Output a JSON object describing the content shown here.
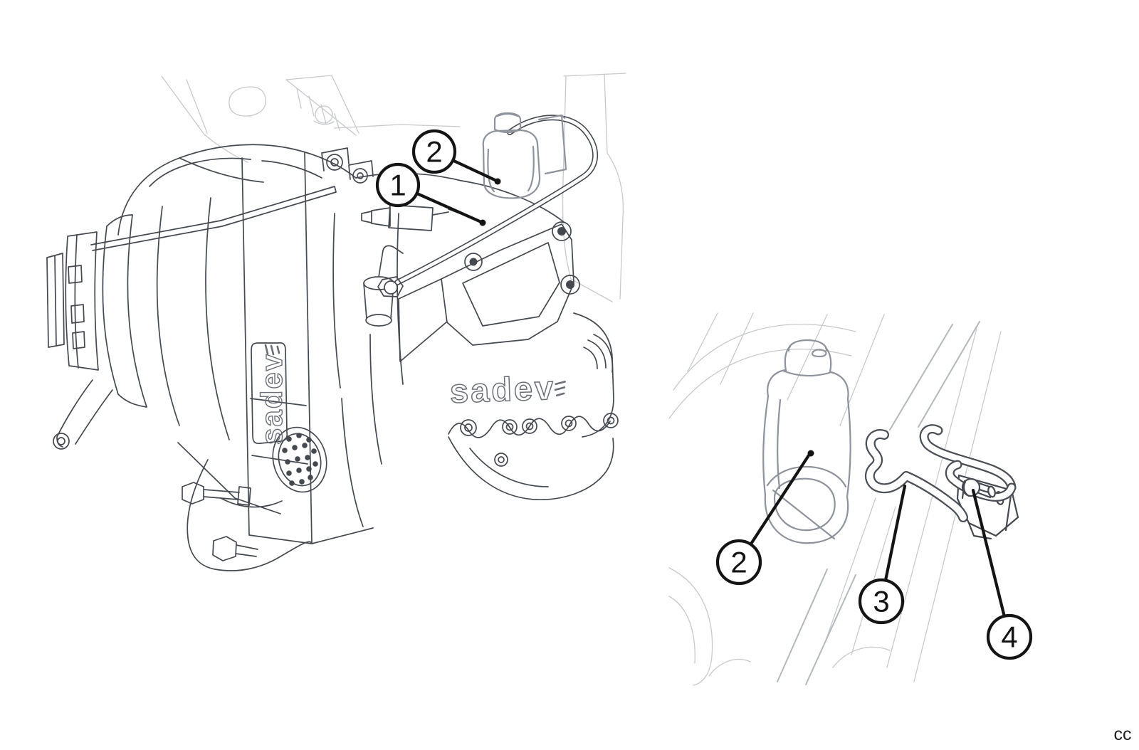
{
  "brand_logo": "sadev",
  "watermark": "cc",
  "main_view_callouts": {
    "c1": "1",
    "c2": "2"
  },
  "detail_view_callouts": {
    "c2": "2",
    "c3": "3",
    "c4": "4"
  },
  "colors": {
    "line_dark": "#44484f",
    "line_medium": "#8e939b",
    "line_faint": "#c7c9cd",
    "callout_ink": "#141414",
    "background": "#ffffff"
  }
}
